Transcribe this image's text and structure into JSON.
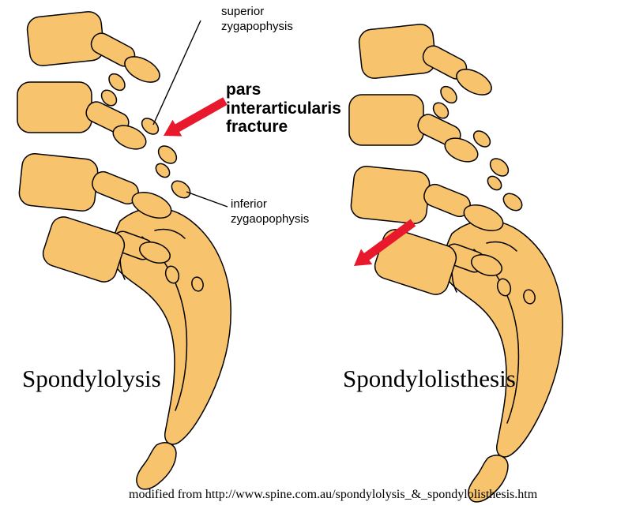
{
  "colors": {
    "bone": "#F8C36D",
    "outline": "#000000",
    "arrow": "#E8192C",
    "text": "#000000"
  },
  "diagram": {
    "left": {
      "title": "Spondylolysis"
    },
    "right": {
      "title": "Spondylolisthesis"
    },
    "annotations": {
      "superior": "superior\nzygapophysis",
      "pars": "pars\ninterarticularis\nfracture",
      "inferior": "inferior\nzygaopophysis"
    },
    "caption": "modified from http://www.spine.com.au/spondylolysis_&_spondylolisthesis.htm"
  }
}
